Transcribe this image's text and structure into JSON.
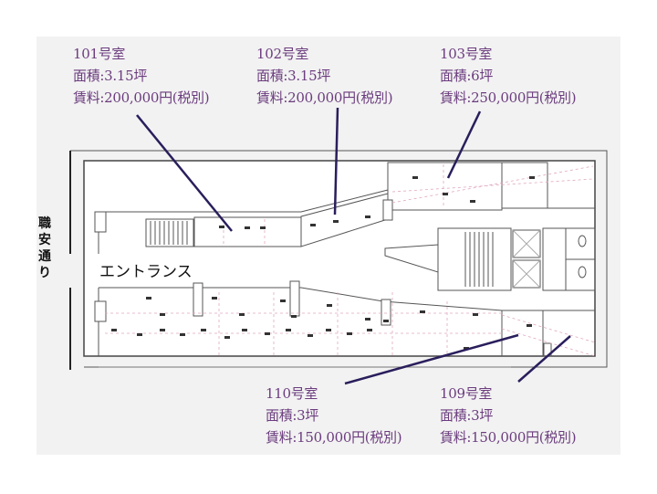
{
  "street_label": "職安通り",
  "entrance_label": "エントランス",
  "rooms": [
    {
      "name": "101号室",
      "area": "面積:3.15坪",
      "rent": "賃料:200,000円(税別)"
    },
    {
      "name": "102号室",
      "area": "面積:3.15坪",
      "rent": "賃料:200,000円(税別)"
    },
    {
      "name": "103号室",
      "area": "面積:6坪",
      "rent": "賃料:250,000円(税別)"
    },
    {
      "name": "110号室",
      "area": "面積:3坪",
      "rent": "賃料:150,000円(税別)"
    },
    {
      "name": "109号室",
      "area": "面積:3坪",
      "rent": "賃料:150,000円(税別)"
    }
  ],
  "colors": {
    "label": "#6b3c7e",
    "leader": "#2a1e5c",
    "panel": "#f2f2f2"
  }
}
